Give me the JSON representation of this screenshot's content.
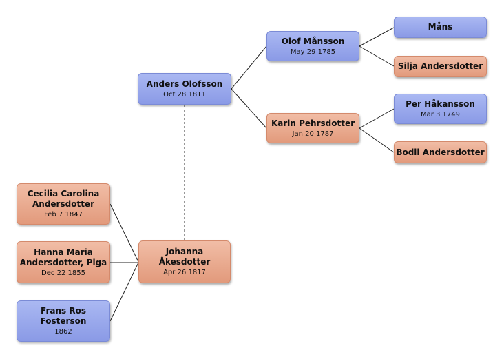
{
  "colors": {
    "male": "#8a9ae6",
    "female": "#e29a7c",
    "line": "#222222",
    "spouse_line": "#777777"
  },
  "people": {
    "anders": {
      "name": "Anders Olofsson",
      "date": "Oct 28 1811",
      "gender": "male"
    },
    "olof": {
      "name": "Olof Månsson",
      "date": "May 29 1785",
      "gender": "male"
    },
    "karin": {
      "name": "Karin Pehrsdotter",
      "date": "Jan 20 1787",
      "gender": "female"
    },
    "mans": {
      "name": "Måns",
      "date": "",
      "gender": "male"
    },
    "silja": {
      "name": "Silja Andersdotter",
      "date": "",
      "gender": "female"
    },
    "per": {
      "name": "Per Håkansson",
      "date": "Mar 3 1749",
      "gender": "male"
    },
    "bodil": {
      "name": "Bodil Andersdotter",
      "date": "",
      "gender": "female"
    },
    "johanna": {
      "name": "Johanna Åkesdotter",
      "date": "Apr 26 1817",
      "gender": "female"
    },
    "cecilia": {
      "name": "Cecilia Carolina Andersdotter",
      "date": "Feb 7 1847",
      "gender": "female"
    },
    "hanna": {
      "name": "Hanna Maria Andersdotter, Piga",
      "date": "Dec 22 1855",
      "gender": "female"
    },
    "frans": {
      "name": "Frans Ros Fosterson",
      "date": "1862",
      "gender": "male"
    }
  }
}
